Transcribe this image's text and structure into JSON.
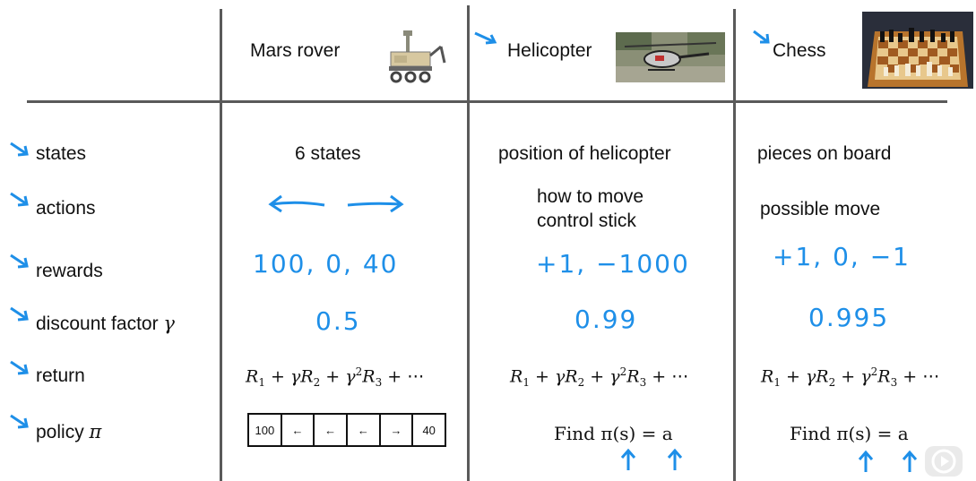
{
  "columns": {
    "mars": "Mars rover",
    "helicopter": "Helicopter",
    "chess": "Chess"
  },
  "rows": {
    "states": "states",
    "actions": "actions",
    "rewards": "rewards",
    "discount": "discount factor",
    "discount_symbol": "γ",
    "return": "return",
    "policy": "policy",
    "policy_symbol": "π"
  },
  "mars": {
    "states": "6 states",
    "rewards": "100, 0, 40",
    "discount": "0.5",
    "policy_cells": [
      "100",
      "←",
      "←",
      "←",
      "→",
      "40"
    ]
  },
  "helicopter": {
    "states": "position of helicopter",
    "actions_line1": "how to move",
    "actions_line2": "control stick",
    "rewards": "+1, −1000",
    "discount": "0.99",
    "policy": "Find π(s) = a"
  },
  "chess": {
    "states": "pieces on board",
    "actions": "possible move",
    "rewards": "+1, 0, −1",
    "discount": "0.995",
    "policy": "Find π(s) = a"
  },
  "colors": {
    "handwriting": "#1e8fe8",
    "policy_arrow": "#f0a020",
    "grid_line": "#5a5a5a"
  },
  "icons": [
    "mars-rover-icon",
    "helicopter-photo",
    "chess-board-photo",
    "play-button-icon"
  ]
}
